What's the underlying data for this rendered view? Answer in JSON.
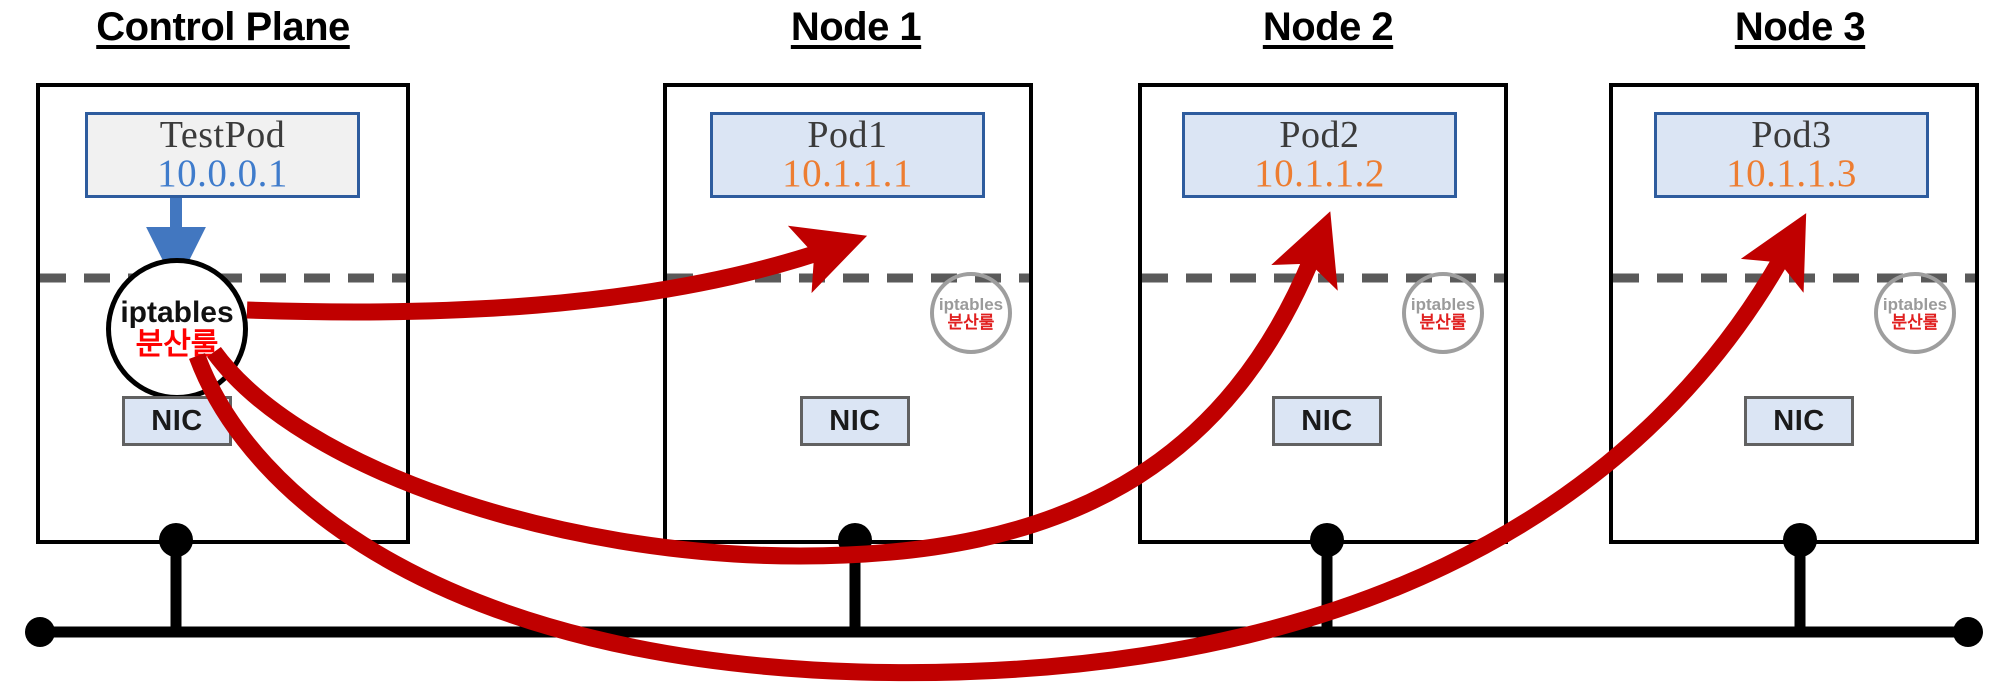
{
  "diagram": {
    "title_style": "underlined-bold",
    "colors": {
      "pod_border": "#2e5c9e",
      "pod_fill_worker": "#dbe5f4",
      "pod_fill_control": "#f1f1f1",
      "ip_blue": "#3f7ccc",
      "ip_orange": "#ed7d31",
      "red_arrow": "#c00000",
      "blue_arrow": "#4277c0",
      "dashed_line": "#5a5a5a",
      "nic_fill": "#dbe5f4",
      "nic_border": "#616161",
      "bus_line": "#000000",
      "ghost_circle": "#9e9e9e",
      "ghost_rule_text": "#e02020"
    }
  },
  "groups": [
    {
      "id": "control-plane",
      "title": "Control Plane",
      "pod": {
        "name": "TestPod",
        "ip": "10.0.0.1",
        "ip_color_key": "blue"
      },
      "iptables": {
        "label": "iptables",
        "sub": "분산룰",
        "active": true
      },
      "nic": {
        "label": "NIC"
      }
    },
    {
      "id": "node-1",
      "title": "Node 1",
      "pod": {
        "name": "Pod1",
        "ip": "10.1.1.1",
        "ip_color_key": "orange"
      },
      "iptables": {
        "label": "iptables",
        "sub": "분산룰",
        "active": false
      },
      "nic": {
        "label": "NIC"
      }
    },
    {
      "id": "node-2",
      "title": "Node 2",
      "pod": {
        "name": "Pod2",
        "ip": "10.1.1.2",
        "ip_color_key": "orange"
      },
      "iptables": {
        "label": "iptables",
        "sub": "분산룰",
        "active": false
      },
      "nic": {
        "label": "NIC"
      }
    },
    {
      "id": "node-3",
      "title": "Node 3",
      "pod": {
        "name": "Pod3",
        "ip": "10.1.1.3",
        "ip_color_key": "orange"
      },
      "iptables": {
        "label": "iptables",
        "sub": "분산룰",
        "active": false
      },
      "nic": {
        "label": "NIC"
      }
    }
  ]
}
